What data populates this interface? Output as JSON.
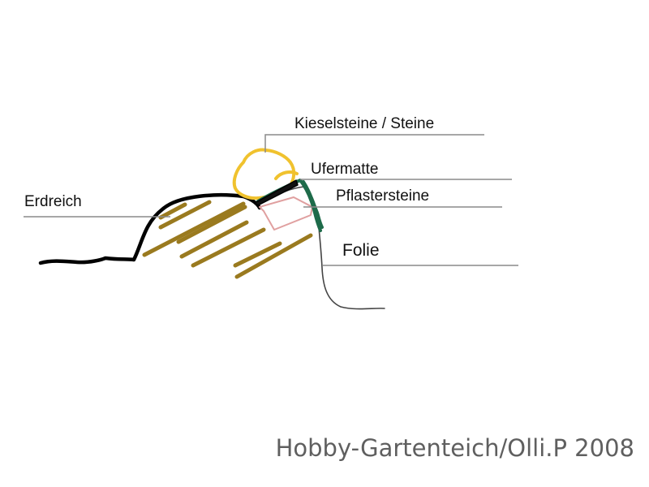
{
  "labels": {
    "pebbles": "Kieselsteine / Steine",
    "bank_mat": "Ufermatte",
    "paving_stones": "Pflastersteine",
    "soil": "Erdreich",
    "liner": "Folie"
  },
  "footer": {
    "credit": "Hobby-Gartenteich/Olli.P 2008"
  },
  "colors": {
    "ground_outline": "#000000",
    "soil_hatch": "#9a7a1f",
    "pebble_outline": "#f0c22e",
    "bank_mat": "#1e6b4a",
    "paving_outline": "#e0a0a0",
    "liner": "#444444",
    "leader_lines": "#8a8a8a",
    "footer_text": "#5f5f5f"
  }
}
